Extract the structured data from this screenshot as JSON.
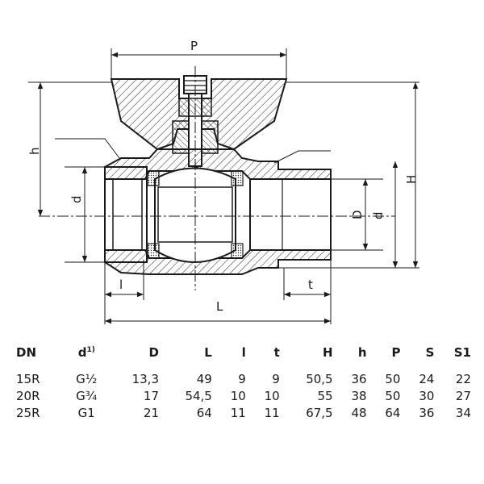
{
  "dimension_labels": {
    "P": "P",
    "h": "h",
    "d_left": "d",
    "D": "D",
    "d_right": "d",
    "H": "H",
    "l": "l",
    "t": "t",
    "L": "L"
  },
  "table": {
    "headers": [
      "DN",
      "d",
      "D",
      "L",
      "l",
      "t",
      "H",
      "h",
      "P",
      "S",
      "S1"
    ],
    "header_superscript": "1)",
    "rows": [
      [
        "15R",
        "G½",
        "13,3",
        "49",
        "9",
        "9",
        "50,5",
        "36",
        "50",
        "24",
        "22"
      ],
      [
        "20R",
        "G¾",
        "17",
        "54,5",
        "10",
        "10",
        "55",
        "38",
        "50",
        "30",
        "27"
      ],
      [
        "25R",
        "G1",
        "21",
        "64",
        "11",
        "11",
        "67,5",
        "48",
        "64",
        "36",
        "34"
      ]
    ]
  }
}
